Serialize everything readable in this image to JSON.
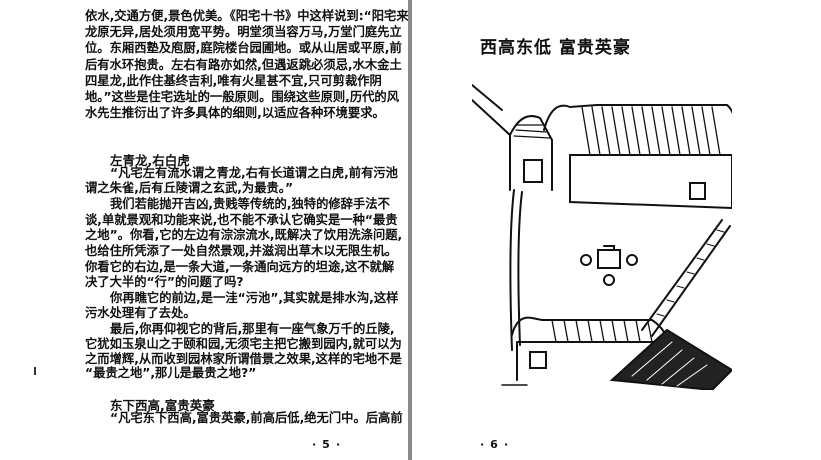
{
  "left_page": {
    "lines": [
      "依水,交通方便,景色优美。《阳宅十书》中这样说到:“阳宅来",
      "龙原无异,居处须用宽平势。明堂须当容万马,万堂门庭先立",
      "位。东厢西塾及庖厨,庭院楼台园圃地。或从山居或平原,前",
      "后有水环抱贵。左右有路亦如然,但遇返跳必须忌,水木金土",
      "四星龙,此作住基终吉利,唯有火星甚不宜,只可剪裁作阴",
      "地。”这些是住宅选址的一般原则。围绕这些原则,历代的风",
      "水先生推衍出了许多具体的细则,以适应各种环境要求。"
    ],
    "section1": {
      "heading": "左青龙,右白虎",
      "lines": [
        "“凡宅左有流水谓之青龙,右有长道谓之白虎,前有污池",
        "谓之朱雀,后有丘陵谓之玄武,为最贵。”",
        "我们若能抛开吉凶,贵贱等传统的,独特的修辞手法不",
        "谈,单就景观和功能来说,也不能不承认它确实是一种“最贵",
        "之地”。你看,它的左边有淙淙流水,既解决了饮用洗涤问题,",
        "也给住所凭添了一处自然景观,并滋润出草木以无限生机。",
        "你看它的右边,是一条大道,一条通向远方的坦途,这不就解",
        "决了大半的“行”的问题了吗?",
        "你再瞧它的前边,是一洼“污池”,其实就是排水沟,这样",
        "污水处理有了去处。",
        "最后,你再仰视它的背后,那里有一座气象万千的丘陵,",
        "它犹如玉泉山之于颐和园,无须宅主把它搬到园内,就可以为",
        "之而增辉,从而收到园林家所谓借景之效果,这样的宅地不是",
        "“最贵之地”,那儿是最贵之地?”"
      ]
    },
    "section2": {
      "heading": "东下西高,富贵英豪",
      "lines": [
        "“凡宅东下西高,富贵英豪,前高后低,绝无门中。后高前"
      ]
    },
    "page_number": "·5·"
  },
  "right_page": {
    "title": "西高东低  富贵英豪",
    "page_number": "·6·"
  },
  "colors": {
    "gutter": "#8a8a8a",
    "ink": "#111111",
    "paper": "#ffffff"
  }
}
